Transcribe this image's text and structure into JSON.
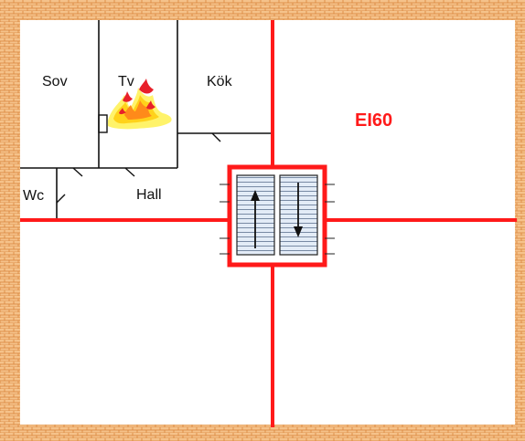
{
  "rooms": {
    "sov": "Sov",
    "tv": "Tv",
    "kok": "Kök",
    "wc": "Wc",
    "hall": "Hall"
  },
  "fire_rating": "EI60",
  "colors": {
    "fire_wall": "#ff1a1a",
    "brick_wall": "#f0b070",
    "brick_mortar": "#e08a3a",
    "wall_line": "#111111",
    "stair_fill": "#dde8f5"
  },
  "icons": {
    "fire": "fire-icon",
    "stair_up": "arrow-up-icon",
    "stair_down": "arrow-down-icon"
  }
}
